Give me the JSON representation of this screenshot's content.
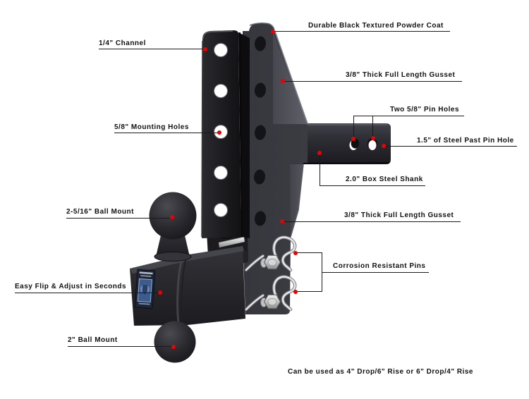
{
  "callouts": {
    "powder_coat": "Durable Black Textured Powder Coat",
    "channel": "1/4\" Channel",
    "gusset_top": "3/8\" Thick Full Length Gusset",
    "pin_holes": "Two 5/8\" Pin Holes",
    "mounting_holes": "5/8\" Mounting Holes",
    "steel_past_pin": "1.5\" of Steel Past Pin Hole",
    "box_shank": "2.0\" Box Steel Shank",
    "ball_mount_2516": "2-5/16\" Ball Mount",
    "gusset_bottom": "3/8\" Thick Full Length Gusset",
    "easy_flip": "Easy Flip & Adjust in Seconds",
    "corrosion_pins": "Corrosion Resistant Pins",
    "ball_mount_2": "2\" Ball Mount",
    "usage_note": "Can be used as 4\" Drop/6\" Rise or 6\" Drop/4\" Rise"
  },
  "colors": {
    "background": "#ffffff",
    "label_text": "#111111",
    "callout_line": "#1a1a1a",
    "callout_dot": "#ec0000",
    "channel_black": "#1b1b1f",
    "plate_gray": "#3b3b42",
    "gusset_gray": "#55555e",
    "chrome_pin": "#d9d9d9",
    "sticker_blue": "#3c5c8e"
  }
}
